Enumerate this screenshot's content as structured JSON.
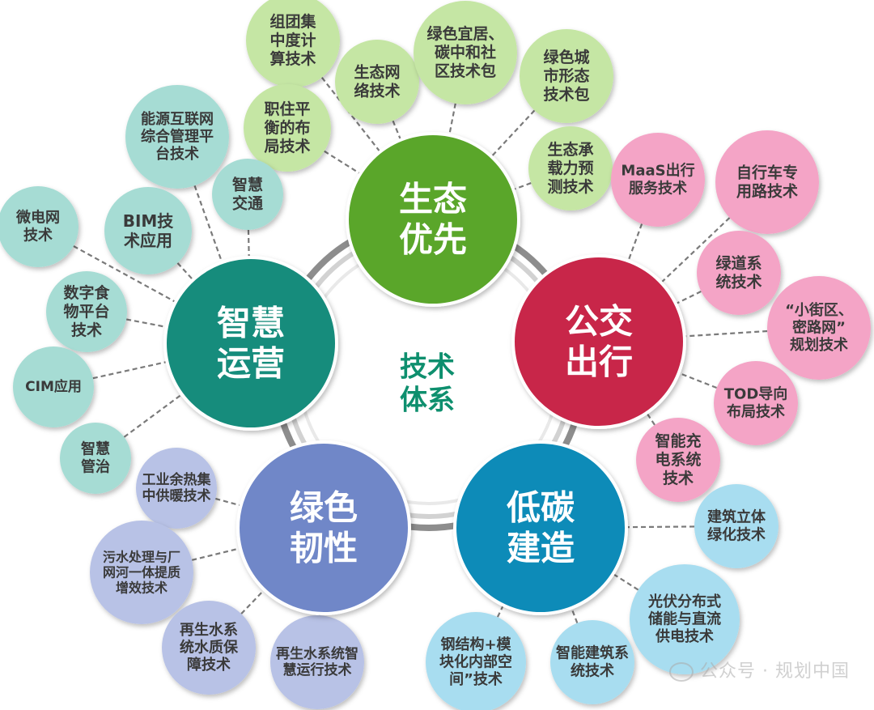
{
  "center": {
    "lines": [
      "技术",
      "体系"
    ],
    "color": "#0e8f6e"
  },
  "hubs": [
    {
      "id": "ecology",
      "lines": [
        "生态",
        "优先"
      ],
      "color": "#5aa62b"
    },
    {
      "id": "transit",
      "lines": [
        "公交",
        "出行"
      ],
      "color": "#c8254a"
    },
    {
      "id": "lowcarbon",
      "lines": [
        "低碳",
        "建造"
      ],
      "color": "#0b8bb8"
    },
    {
      "id": "resilience",
      "lines": [
        "绿色",
        "韧性"
      ],
      "color": "#6f87c8"
    },
    {
      "id": "smart",
      "lines": [
        "智慧",
        "运营"
      ],
      "color": "#168c7c"
    }
  ],
  "leaves": [
    {
      "hub": "ecology",
      "lines": [
        "组团集",
        "中度计",
        "算技术"
      ],
      "color": "#c5e6a4"
    },
    {
      "hub": "ecology",
      "lines": [
        "生态网",
        "络技术"
      ],
      "color": "#c5e6a4"
    },
    {
      "hub": "ecology",
      "lines": [
        "绿色宜居、",
        "碳中和社",
        "区技术包"
      ],
      "color": "#c5e6a4"
    },
    {
      "hub": "ecology",
      "lines": [
        "绿色城",
        "市形态",
        "技术包"
      ],
      "color": "#c5e6a4"
    },
    {
      "hub": "ecology",
      "lines": [
        "职住平",
        "衡的布",
        "局技术"
      ],
      "color": "#c5e6a4"
    },
    {
      "hub": "ecology",
      "lines": [
        "生态承",
        "载力预",
        "测技术"
      ],
      "color": "#c5e6a4"
    },
    {
      "hub": "transit",
      "lines": [
        "MaaS出行",
        "服务技术"
      ],
      "color": "#f4a4c6"
    },
    {
      "hub": "transit",
      "lines": [
        "自行车专",
        "用路技术"
      ],
      "color": "#f4a4c6"
    },
    {
      "hub": "transit",
      "lines": [
        "绿道系",
        "统技术"
      ],
      "color": "#f4a4c6"
    },
    {
      "hub": "transit",
      "lines": [
        "“小街区、",
        "密路网”",
        "规划技术"
      ],
      "color": "#f4a4c6"
    },
    {
      "hub": "transit",
      "lines": [
        "TOD导向",
        "布局技术"
      ],
      "color": "#f4a4c6"
    },
    {
      "hub": "transit",
      "lines": [
        "智能充",
        "电系统",
        "技术"
      ],
      "color": "#f4a4c6"
    },
    {
      "hub": "lowcarbon",
      "lines": [
        "建筑立体",
        "绿化技术"
      ],
      "color": "#a8ddf0"
    },
    {
      "hub": "lowcarbon",
      "lines": [
        "光伏分布式",
        "储能与直流",
        "供电技术"
      ],
      "color": "#a8ddf0"
    },
    {
      "hub": "lowcarbon",
      "lines": [
        "智能建筑系",
        "统技术"
      ],
      "color": "#a8ddf0"
    },
    {
      "hub": "lowcarbon",
      "lines": [
        "钢结构+模",
        "块化内部空",
        "间”技术"
      ],
      "color": "#a8ddf0"
    },
    {
      "hub": "resilience",
      "lines": [
        "工业余热集",
        "中供暖技术"
      ],
      "color": "#b8c2e6"
    },
    {
      "hub": "resilience",
      "lines": [
        "污水处理与厂",
        "网河一体提质",
        "增效技术"
      ],
      "color": "#b8c2e6"
    },
    {
      "hub": "resilience",
      "lines": [
        "再生水系",
        "统水质保",
        "障技术"
      ],
      "color": "#b8c2e6"
    },
    {
      "hub": "resilience",
      "lines": [
        "再生水系统智",
        "慧运行技术"
      ],
      "color": "#b8c2e6"
    },
    {
      "hub": "smart",
      "lines": [
        "能源互联网",
        "综合管理平",
        "台技术"
      ],
      "color": "#a6dcd4"
    },
    {
      "hub": "smart",
      "lines": [
        "智慧",
        "交通"
      ],
      "color": "#a6dcd4"
    },
    {
      "hub": "smart",
      "lines": [
        "微电网",
        "技术"
      ],
      "color": "#a6dcd4"
    },
    {
      "hub": "smart",
      "lines": [
        "BIM技",
        "术应用"
      ],
      "color": "#a6dcd4"
    },
    {
      "hub": "smart",
      "lines": [
        "数字食",
        "物平台",
        "技术"
      ],
      "color": "#a6dcd4"
    },
    {
      "hub": "smart",
      "lines": [
        "CIM应用"
      ],
      "color": "#a6dcd4"
    },
    {
      "hub": "smart",
      "lines": [
        "智慧",
        "管治"
      ],
      "color": "#a6dcd4"
    }
  ],
  "watermark": "公众号 · 规划中国"
}
